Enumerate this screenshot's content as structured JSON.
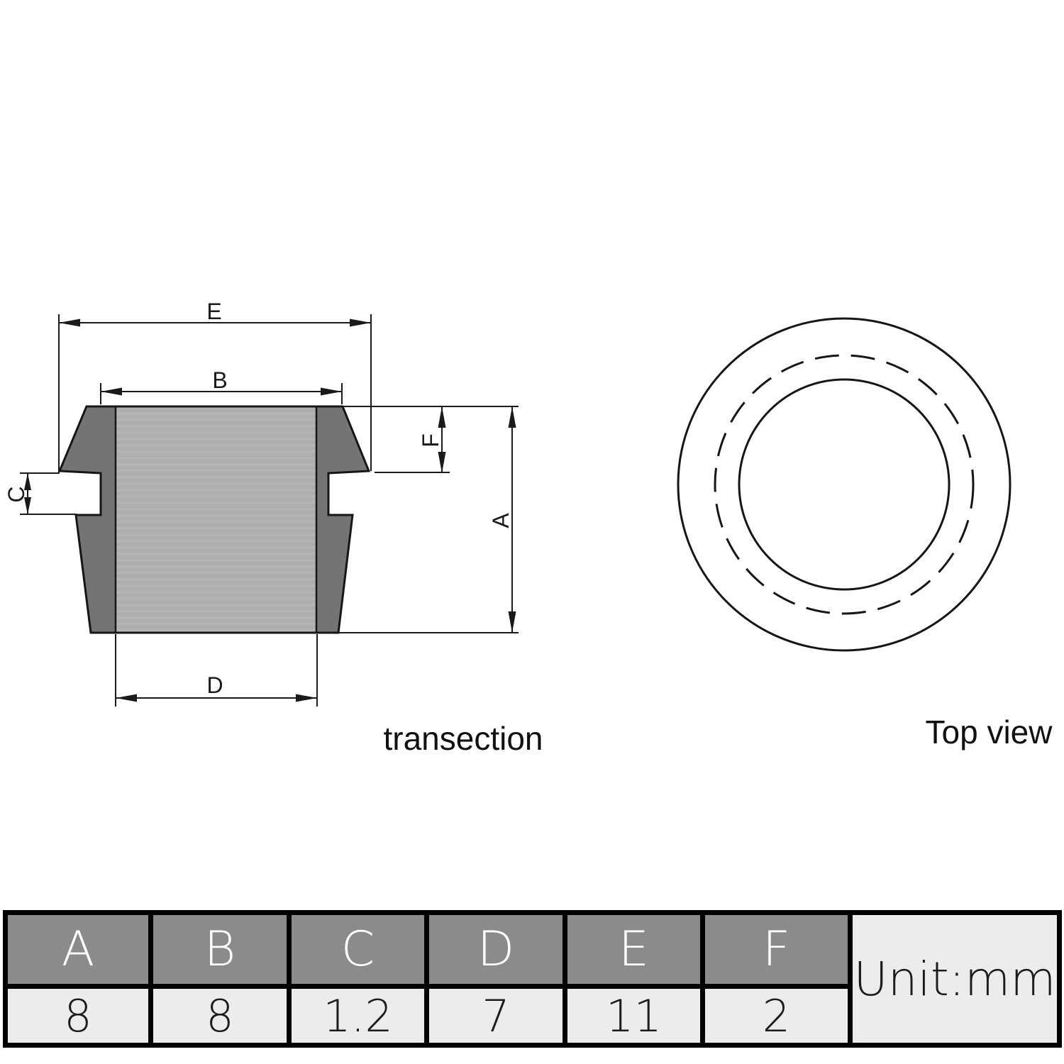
{
  "cross_section": {
    "caption": "transection",
    "dimension_labels": {
      "A": "A",
      "B": "B",
      "C": "C",
      "D": "D",
      "E": "E",
      "F": "F"
    }
  },
  "top_view": {
    "caption": "Top view"
  },
  "table": {
    "headers": [
      "A",
      "B",
      "C",
      "D",
      "E",
      "F"
    ],
    "values": [
      "8",
      "8",
      "1.2",
      "7",
      "11",
      "2"
    ],
    "unit_label": "Unit:mm"
  },
  "colors": {
    "section_wall": "#747474",
    "section_core": "#b0b0b0",
    "ring_fill": "#bcbcbc",
    "hole": "#ffffff",
    "line": "#1a1a1a",
    "table_header_bg": "#8b8b8b",
    "table_cell_bg": "#ececec",
    "table_border": "#000000"
  }
}
